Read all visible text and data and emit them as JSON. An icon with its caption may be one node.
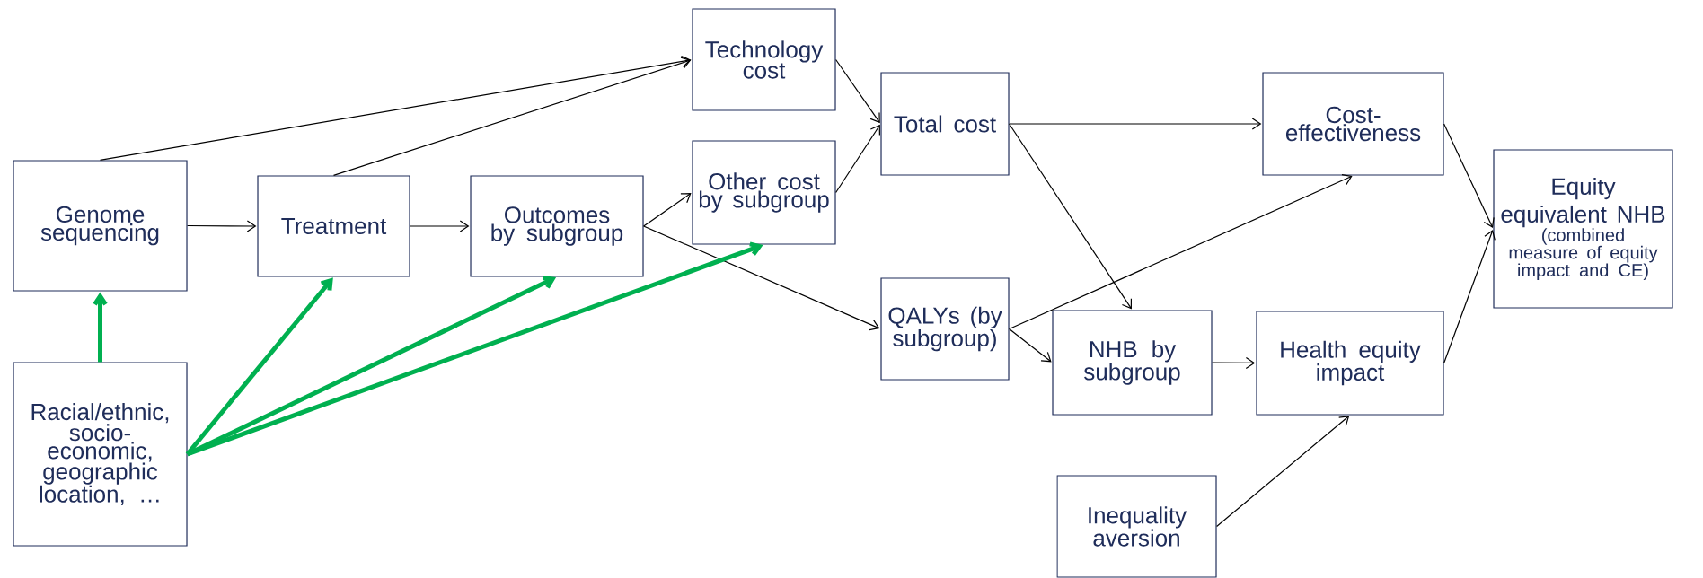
{
  "diagram": {
    "nodes": [
      {
        "text": [
          "Genome sequencing"
        ]
      },
      {
        "text": [
          "Treatment"
        ]
      },
      {
        "text": [
          "Outcomes by subgroup"
        ]
      },
      {
        "text": [
          "Technology cost"
        ]
      },
      {
        "text": [
          "Other cost by subgroup"
        ]
      },
      {
        "text": [
          "Total cost"
        ]
      },
      {
        "text": [
          "QALYs (by subgroup)"
        ]
      },
      {
        "text": [
          "Cost-effectiveness"
        ]
      },
      {
        "text": [
          "NHB by subgroup"
        ]
      },
      {
        "text": [
          "Health equity impact"
        ]
      },
      {
        "text": [
          "Equity equivalent NHB",
          "(combined measure of equity impact and CE)"
        ]
      },
      {
        "text": [
          "Racial/ethnic, socio-economic, geographic location, …"
        ]
      },
      {
        "text": [
          "Inequality aversion"
        ]
      }
    ],
    "edges": [
      {
        "from": 0,
        "to": 3,
        "arrow": "to"
      },
      {
        "from": 1,
        "to": 3,
        "arrow": "to"
      },
      {
        "from": 0,
        "to": 1,
        "arrow": "to"
      },
      {
        "from": 1,
        "to": 2,
        "arrow": "to"
      },
      {
        "from": 2,
        "to": 4,
        "arrow": "to"
      },
      {
        "from": 2,
        "to": 6,
        "arrow": "to"
      },
      {
        "from": 3,
        "to": 5,
        "arrow": "to"
      },
      {
        "from": 4,
        "to": 5,
        "arrow": "to"
      },
      {
        "from": 5,
        "to": 7,
        "arrow": "to"
      },
      {
        "from": 5,
        "to": 8,
        "arrow": "to"
      },
      {
        "from": 6,
        "to": 7,
        "arrow": "to"
      },
      {
        "from": 6,
        "to": 8,
        "arrow": "to"
      },
      {
        "from": 8,
        "to": 9,
        "arrow": "to"
      },
      {
        "from": 7,
        "to": 10,
        "arrow": "to"
      },
      {
        "from": 9,
        "to": 10,
        "arrow": "to"
      },
      {
        "from": 12,
        "to": 9,
        "arrow": "to"
      },
      {
        "from": 11,
        "to": 0,
        "arrow": "to",
        "style": "thick",
        "color": "#00b050"
      },
      {
        "from": 11,
        "to": 1,
        "arrow": "to",
        "style": "thick",
        "color": "#00b050"
      },
      {
        "from": 11,
        "to": 2,
        "arrow": "to",
        "style": "thick",
        "color": "#00b050"
      },
      {
        "from": 11,
        "to": 4,
        "arrow": "to",
        "style": "thick",
        "color": "#00b050"
      }
    ]
  }
}
